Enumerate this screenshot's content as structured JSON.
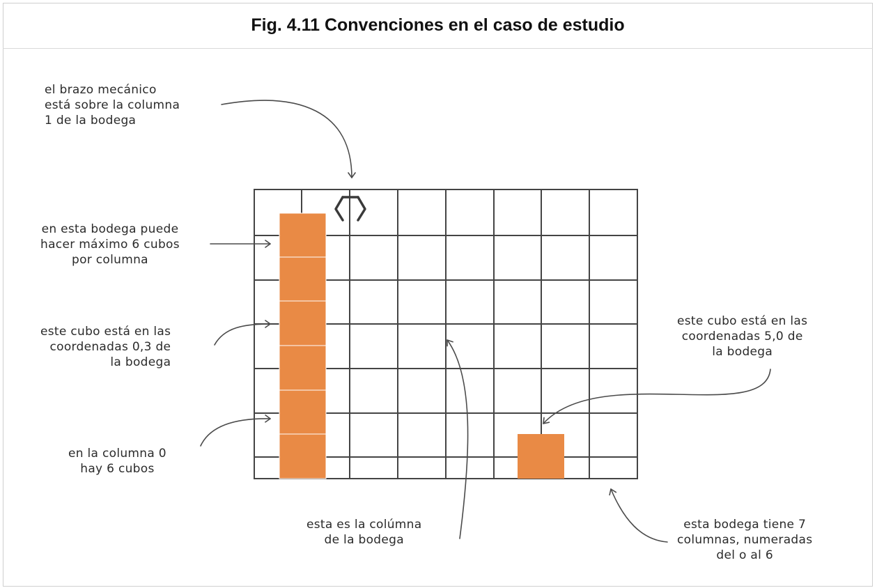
{
  "title": "Fig. 4.11 Convenciones en el caso de estudio",
  "annotations": {
    "arm": "el brazo mecánico\nestá sobre la columna\n1 de la bodega",
    "capacity": "en esta bodega puede\nhacer máximo 6 cubos\npor columna",
    "coord_0_3": "este cubo está en las\ncoordenadas 0,3 de\nla bodega",
    "column_0": "en la columna 0\nhay 6 cubos",
    "coord_5_0": "este cubo está en las\ncoordenadas 5,0 de\nla bodega",
    "column_label": "esta es la colúmna\nde la bodega",
    "columns_count": "esta bodega tiene 7\ncolumnas, numeradas\ndel o al 6"
  },
  "colors": {
    "cube": "#E98A45",
    "grid": "#444444",
    "line": "#4a4a4a"
  }
}
